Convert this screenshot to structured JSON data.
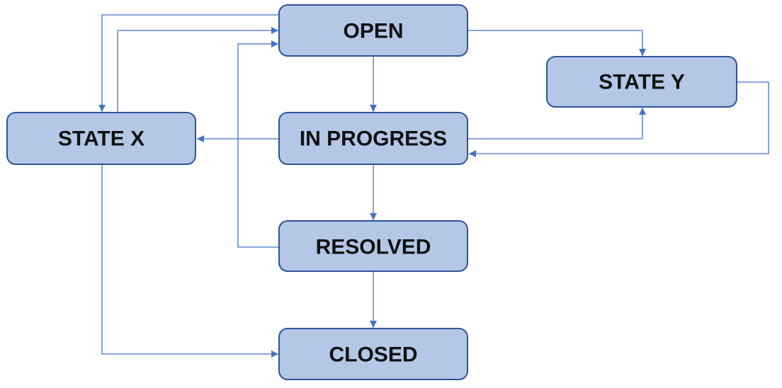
{
  "diagram": {
    "type": "state-transition",
    "colors": {
      "node_fill": "#b4c7e7",
      "node_border": "#2f5597",
      "edge": "#4472c4",
      "text": "#111111"
    },
    "nodes": {
      "open": {
        "label": "OPEN"
      },
      "in_progress": {
        "label": "IN PROGRESS"
      },
      "resolved": {
        "label": "RESOLVED"
      },
      "closed": {
        "label": "CLOSED"
      },
      "state_x": {
        "label": "STATE X"
      },
      "state_y": {
        "label": "STATE Y"
      }
    },
    "transitions": [
      {
        "from": "OPEN",
        "to": "IN PROGRESS"
      },
      {
        "from": "OPEN",
        "to": "STATE Y"
      },
      {
        "from": "OPEN",
        "to": "STATE X"
      },
      {
        "from": "IN PROGRESS",
        "to": "RESOLVED"
      },
      {
        "from": "IN PROGRESS",
        "to": "STATE X"
      },
      {
        "from": "IN PROGRESS",
        "to": "STATE Y"
      },
      {
        "from": "STATE Y",
        "to": "IN PROGRESS"
      },
      {
        "from": "STATE X",
        "to": "OPEN"
      },
      {
        "from": "STATE X",
        "to": "CLOSED"
      },
      {
        "from": "RESOLVED",
        "to": "OPEN"
      },
      {
        "from": "RESOLVED",
        "to": "CLOSED"
      }
    ]
  }
}
